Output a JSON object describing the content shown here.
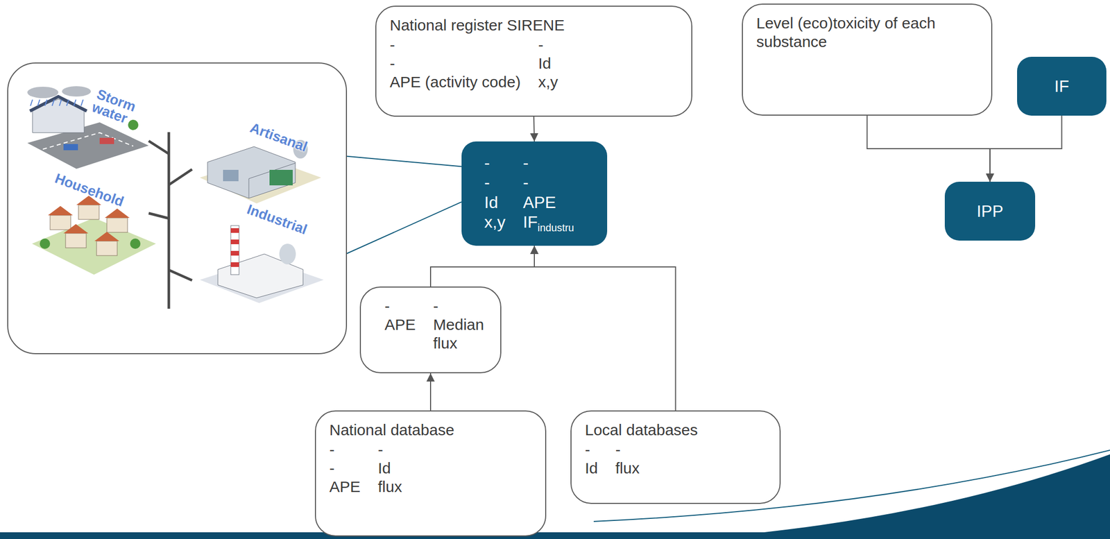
{
  "diagram": {
    "nodes": [
      {
        "text": []
      },
      {
        "text": [
          "Storm water"
        ],
        "in": 0
      },
      {
        "text": [
          "Artisanal"
        ],
        "in": 0
      },
      {
        "text": [
          "Household"
        ],
        "in": 0
      },
      {
        "text": [
          "Industrial"
        ],
        "in": 0
      },
      {
        "text": [
          "National register SIRENE",
          "-",
          "Id",
          "-",
          "APE (activity code)",
          "-",
          "x,y"
        ]
      },
      {
        "text": [
          "-",
          "Id",
          "-",
          "APE",
          "-",
          "x,y",
          "-",
          "IF",
          "industru"
        ]
      },
      {
        "text": [
          "-",
          "APE",
          "-",
          "Median flux"
        ]
      },
      {
        "text": [
          "National database",
          "-",
          "Id",
          "-",
          "APE",
          "-",
          "flux"
        ]
      },
      {
        "text": [
          "Local databases",
          "-",
          "Id",
          "-",
          "flux"
        ]
      },
      {
        "text": [
          "Level (eco)toxicity of each substance"
        ]
      },
      {
        "text": [
          "IF"
        ]
      },
      {
        "text": [
          "IPP"
        ]
      }
    ],
    "edges": [
      {
        "from": 5,
        "to": 6,
        "arrow": "to"
      },
      {
        "from": 6,
        "to": 2,
        "arrow": "to"
      },
      {
        "from": 6,
        "to": 4,
        "arrow": "to"
      },
      {
        "from": 7,
        "to": 6,
        "arrow": "to"
      },
      {
        "from": 9,
        "to": 6,
        "arrow": "to"
      },
      {
        "from": 8,
        "to": 7,
        "arrow": "to"
      },
      {
        "from": 10,
        "to": 12,
        "arrow": "to"
      },
      {
        "from": 11,
        "to": 12,
        "arrow": "to"
      }
    ]
  }
}
